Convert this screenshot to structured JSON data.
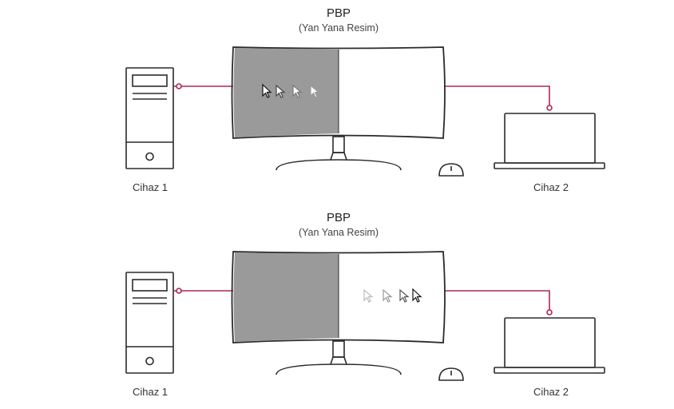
{
  "panels": [
    {
      "title": "PBP",
      "subtitle": "(Yan Yana Resim)",
      "device1_label": "Cihaz 1",
      "device2_label": "Cihaz 2",
      "active_side": "left"
    },
    {
      "title": "PBP",
      "subtitle": "(Yan Yana Resim)",
      "device1_label": "Cihaz 1",
      "device2_label": "Cihaz 2",
      "active_side": "right"
    }
  ],
  "colors": {
    "outline": "#2b2b2b",
    "cable": "#b0264f",
    "screen_shaded": "#9a9a9a",
    "screen_light": "#ffffff"
  },
  "icons": [
    "desktop-tower-icon",
    "monitor-icon",
    "cursor-icon",
    "mouse-icon",
    "laptop-icon"
  ]
}
